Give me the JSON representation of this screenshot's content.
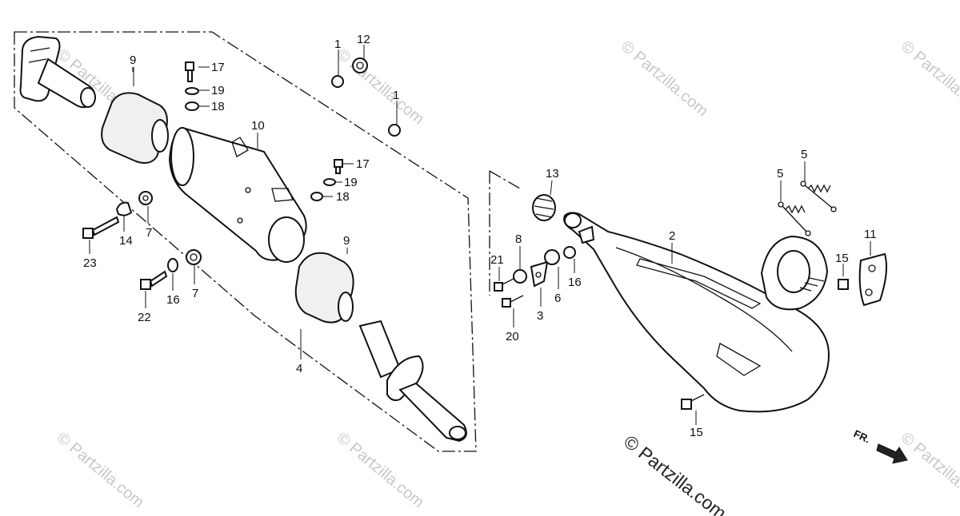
{
  "watermarks": {
    "main": "© Partzilla.com",
    "repeat": "© Partzilla.com"
  },
  "front_indicator": {
    "label": "FR.",
    "icon": "arrow-right-icon"
  },
  "callouts": {
    "c1a": "1",
    "c1b": "1",
    "c12": "12",
    "c9a": "9",
    "c9b": "9",
    "c17a": "17",
    "c19a": "19",
    "c18a": "18",
    "c10": "10",
    "c17b": "17",
    "c19b": "19",
    "c18b": "18",
    "c14": "14",
    "c7a": "7",
    "c23": "23",
    "c16a": "16",
    "c7b": "7",
    "c22": "22",
    "c4": "4",
    "c13": "13",
    "c8": "8",
    "c21": "21",
    "c3": "3",
    "c6": "6",
    "c16b": "16",
    "c20": "20",
    "c2": "2",
    "c5a": "5",
    "c5b": "5",
    "c11": "11",
    "c15a": "15",
    "c15b": "15"
  },
  "colors": {
    "line": "#111111",
    "watermark": "#c8c8c8",
    "background": "#ffffff"
  }
}
